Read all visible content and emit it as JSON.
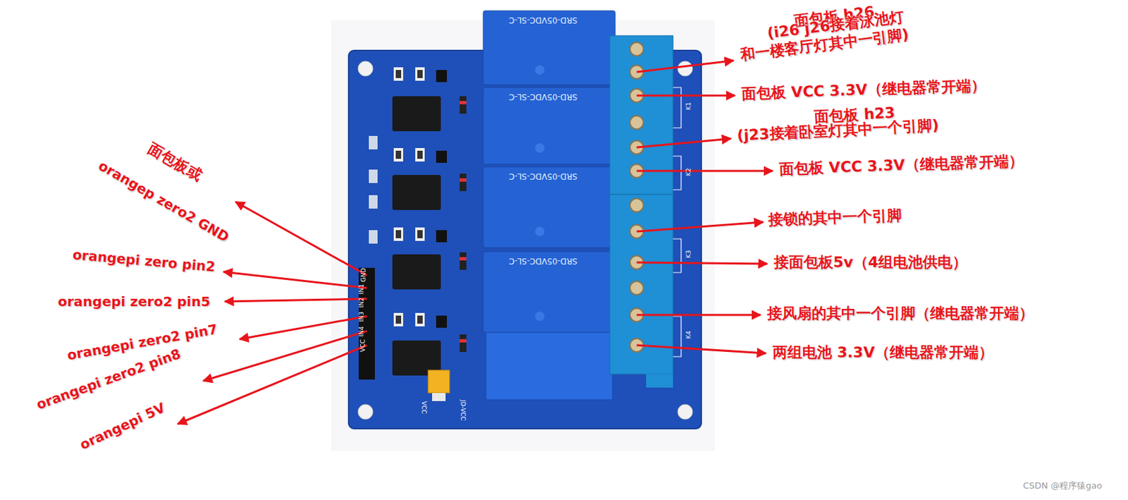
{
  "diagram": {
    "labels": [
      "面包板 h26",
      "(i26 j26接着泳池灯",
      "和一楼客厅灯其中一引脚)",
      "面包板 VCC 3.3V（继电器常开端）",
      "面包板 h23",
      "(j23接着卧室灯其中一个引脚)",
      "面包板 VCC 3.3V（继电器常开端）",
      "接锁的其中一个引脚",
      "接面包板5v（4组电池供电）",
      "接风扇的其中一个引脚（继电器常开端）",
      "两组电池 3.3V（继电器常开端）",
      "面包板或",
      "orangep zero2 GND",
      "orangepi zero pin2",
      "orangepi zero2 pin5",
      "orangepi zero2 pin7",
      "orangepi zero2 pin8",
      "orangepi 5V",
      "SRD-05VDC-SL-C",
      "SRD-05VDC-SL-C",
      "SRD-05VDC-SL-C",
      "SRD-05VDC-SL-C",
      "GND",
      "IN1",
      "IN2",
      "IN3",
      "IN4",
      "VCC",
      "K1",
      "K2",
      "K3",
      "K4",
      "JD-VCC",
      "VCC",
      "CSDN @程序猿gao"
    ]
  }
}
